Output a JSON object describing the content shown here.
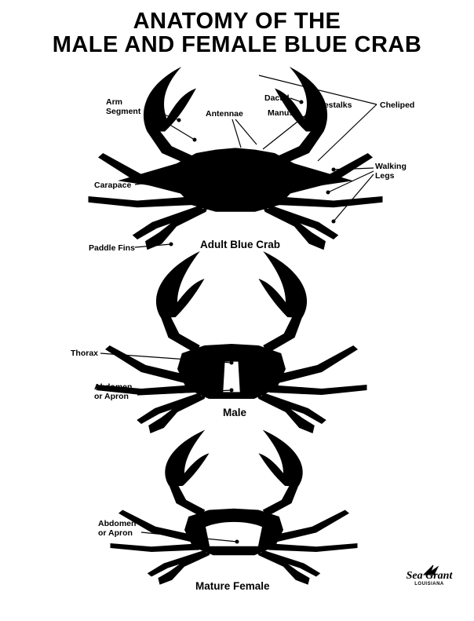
{
  "title": {
    "line1": "ANATOMY OF THE",
    "line2": "MALE AND FEMALE BLUE CRAB"
  },
  "adult": {
    "caption": "Adult Blue Crab",
    "labels": {
      "arm_segment_1": "Arm",
      "arm_segment_2": "Segment",
      "antennae": "Antennae",
      "dactyl": "Dactyl",
      "manus": "Manus",
      "eyestalks": "Eyestalks",
      "cheliped": "Cheliped",
      "walking_legs_1": "Walking",
      "walking_legs_2": "Legs",
      "carapace": "Carapace",
      "paddle_fins": "Paddle Fins"
    }
  },
  "male": {
    "caption": "Male",
    "labels": {
      "thorax": "Thorax",
      "abdomen_1": "Abdomen",
      "abdomen_2": "or Apron"
    }
  },
  "female": {
    "caption": "Mature Female",
    "labels": {
      "abdomen_1": "Abdomen",
      "abdomen_2": "or Apron"
    }
  },
  "logo": {
    "icon": "pelican-bird-icon",
    "name": "Sea Grant",
    "state": "LOUISIANA"
  }
}
